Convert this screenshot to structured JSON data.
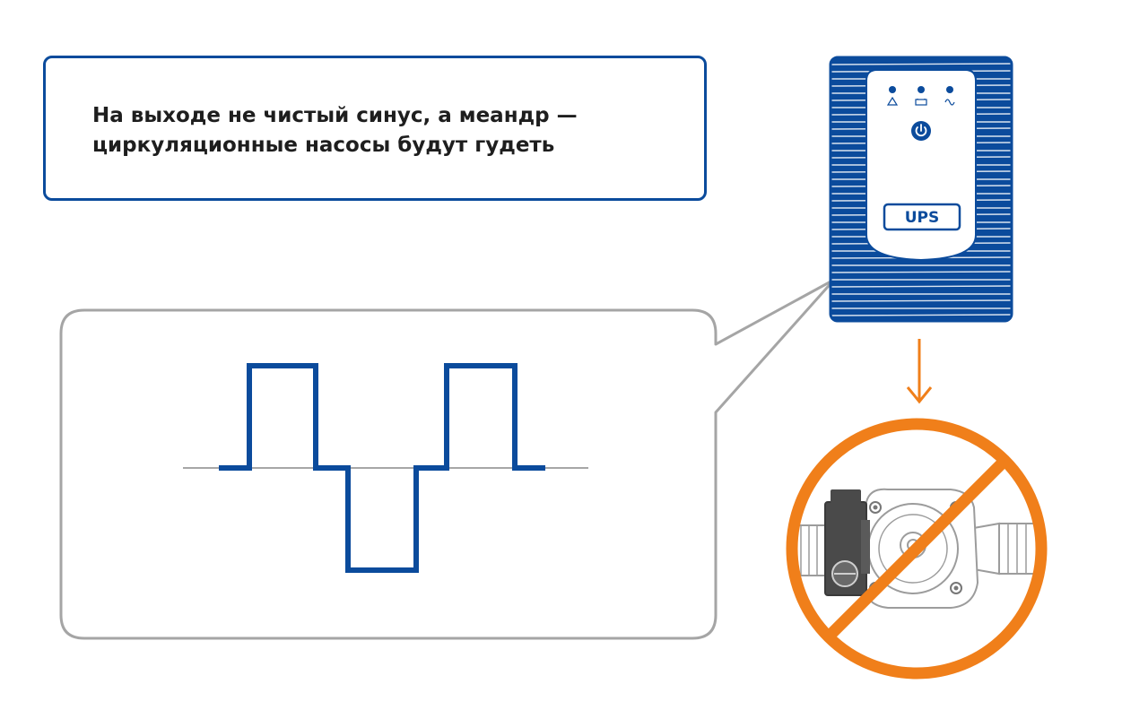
{
  "caption": {
    "line1": "На выходе не чистый синус, а меандр —",
    "line2": "циркуляционные насосы будут гудеть"
  },
  "ups": {
    "label": "UPS",
    "indicators": [
      "warning",
      "battery",
      "ac-sine"
    ]
  },
  "waveform": {
    "type": "modified-sine (square wave)",
    "levels": [
      0,
      1,
      1,
      0,
      -1,
      -1,
      0,
      1,
      1,
      0
    ]
  },
  "pump": {
    "status": "prohibited"
  },
  "colors": {
    "brand_blue": "#0b4b9c",
    "border_grey": "#9a9a9a",
    "prohibit_orange": "#f07f1a",
    "pump_grey": "#4a4a4a",
    "baseline_grey": "#8a8a8a"
  }
}
